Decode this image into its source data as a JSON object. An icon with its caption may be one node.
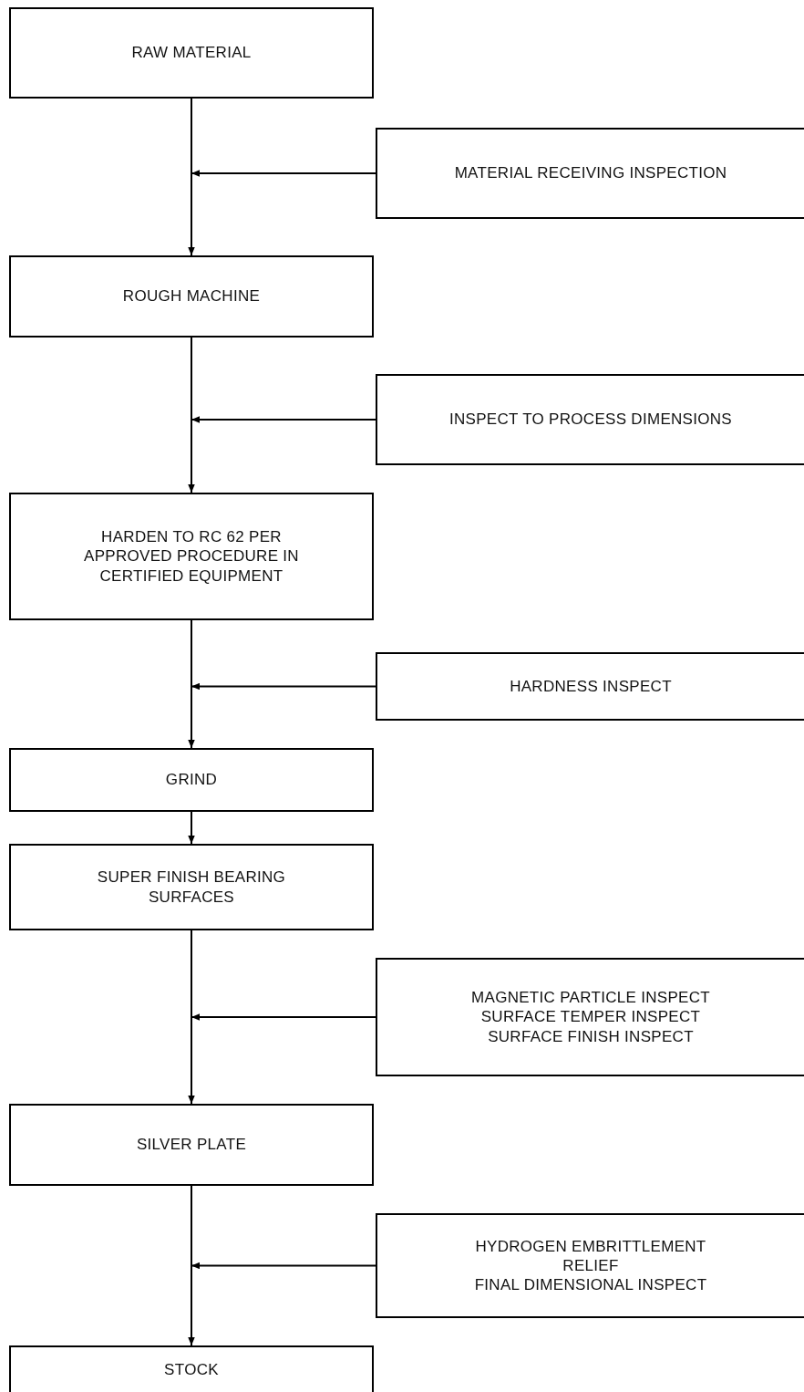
{
  "diagram": {
    "nodes": [
      {
        "text": [
          "RAW MATERIAL"
        ]
      },
      {
        "text": [
          "MATERIAL RECEIVING INSPECTION"
        ]
      },
      {
        "text": [
          "ROUGH MACHINE"
        ]
      },
      {
        "text": [
          "INSPECT TO PROCESS DIMENSIONS"
        ]
      },
      {
        "text": [
          "HARDEN TO RC 62 PER APPROVED PROCEDURE IN CERTIFIED EQUIPMENT"
        ]
      },
      {
        "text": [
          "HARDNESS INSPECT"
        ]
      },
      {
        "text": [
          "GRIND"
        ]
      },
      {
        "text": [
          "SUPER FINISH BEARING SURFACES"
        ]
      },
      {
        "text": [
          "MAGNETIC PARTICLE INSPECT",
          "SURFACE TEMPER INSPECT",
          "SURFACE FINISH INSPECT"
        ]
      },
      {
        "text": [
          "SILVER PLATE"
        ]
      },
      {
        "text": [
          "HYDROGEN EMBRITTLEMENT RELIEF",
          "FINAL DIMENSIONAL INSPECT"
        ]
      },
      {
        "text": [
          "STOCK"
        ]
      }
    ],
    "edges": [
      {
        "from": 0,
        "to": 2,
        "arrow": "to"
      },
      {
        "from": 1,
        "to": null,
        "arrow": "to"
      },
      {
        "from": 2,
        "to": 4,
        "arrow": "to"
      },
      {
        "from": 3,
        "to": null,
        "arrow": "to"
      },
      {
        "from": 4,
        "to": 6,
        "arrow": "to"
      },
      {
        "from": 5,
        "to": null,
        "arrow": "to"
      },
      {
        "from": 6,
        "to": 7,
        "arrow": "to"
      },
      {
        "from": 7,
        "to": 9,
        "arrow": "to"
      },
      {
        "from": 8,
        "to": null,
        "arrow": "to"
      },
      {
        "from": 9,
        "to": 11,
        "arrow": "to"
      },
      {
        "from": 10,
        "to": null,
        "arrow": "to"
      }
    ]
  }
}
